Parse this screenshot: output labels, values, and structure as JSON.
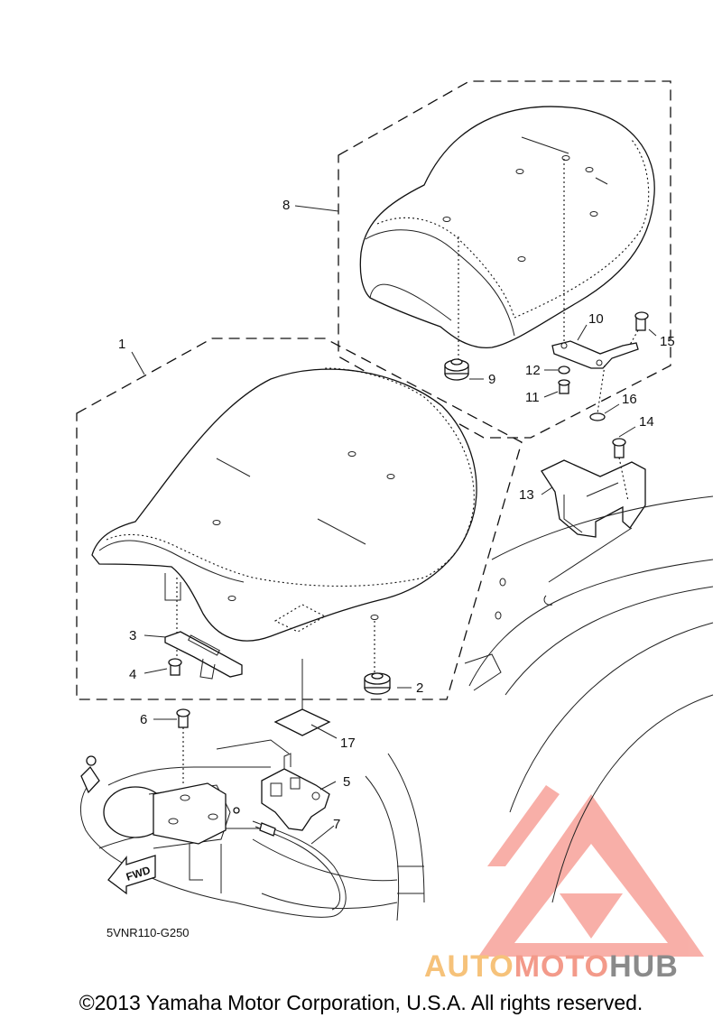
{
  "diagram_code": "5VNR110-G250",
  "copyright": "©2013 Yamaha Motor Corporation, U.S.A. All rights reserved.",
  "watermark": {
    "part1": "AUTO",
    "part2": "MOTO",
    "part3": "HUB"
  },
  "fwd_label": "FWD",
  "callouts": {
    "c1": "1",
    "c2": "2",
    "c3": "3",
    "c4": "4",
    "c5": "5",
    "c6": "6",
    "c7": "7",
    "c8": "8",
    "c9": "9",
    "c10": "10",
    "c11": "11",
    "c12": "12",
    "c13": "13",
    "c14": "14",
    "c15": "15",
    "c16": "16",
    "c17": "17"
  },
  "colors": {
    "ink": "#111111",
    "wm_triangle": "#f7a29a",
    "wm_auto": "#f6c27a",
    "wm_moto": "#f39a8a",
    "wm_hub": "#8a8a8a"
  }
}
